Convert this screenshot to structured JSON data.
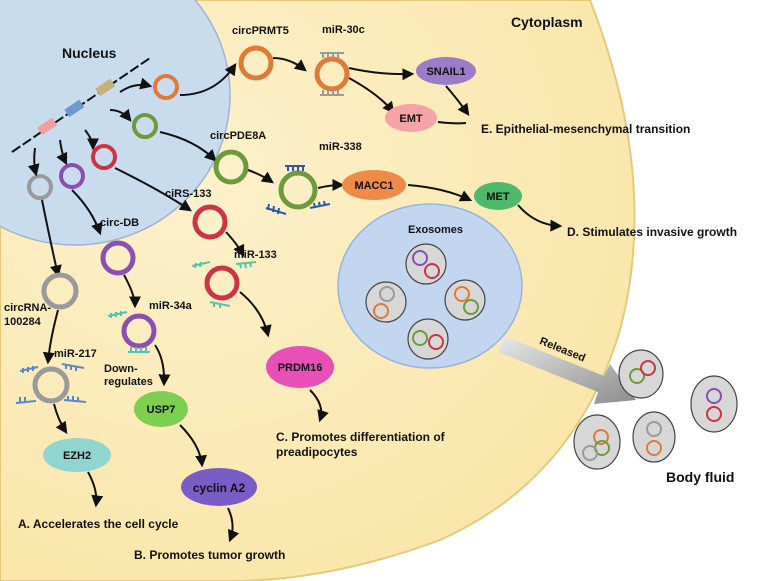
{
  "regions": {
    "nucleus": "Nucleus",
    "cytoplasm": "Cytoplasm",
    "exosomes": "Exosomes",
    "released": "Released",
    "body_fluid": "Body fluid"
  },
  "circrnas": {
    "prmt5": "circPRMT5",
    "pde8a": "circPDE8A",
    "cirs133": "ciRS-133",
    "circdb": "circ-DB",
    "circ100284_a": "circRNA-",
    "circ100284_b": "100284"
  },
  "mirnas": {
    "mir30c": "miR-30c",
    "mir338": "miR-338",
    "mir133": "miR-133",
    "mir34a": "miR-34a",
    "mir217": "miR-217"
  },
  "proteins": {
    "snail1": "SNAIL1",
    "emt": "EMT",
    "macc1": "MACC1",
    "met": "MET",
    "prdm16": "PRDM16",
    "usp7": "USP7",
    "cyclina2": "cyclin A2",
    "ezh2": "EZH2"
  },
  "annotations": {
    "down_a": "Down-",
    "down_b": "regulates"
  },
  "outcomes": {
    "a": "A. Accelerates the cell cycle",
    "b": "B. Promotes tumor growth",
    "c_a": "C. Promotes differentiation of",
    "c_b": "preadipocytes",
    "d": "D. Stimulates invasive growth",
    "e": "E. Epithelial-mesenchymal transition"
  },
  "colors": {
    "cytoplasm": "#fbe8ae",
    "nucleus": "#c9dcee",
    "exosome": "#c2d7ef",
    "orange_ring": "#e07a35",
    "green_ring": "#6d9a3a",
    "red_ring": "#cc3345",
    "purple_ring": "#8a4fb0",
    "gray_ring": "#9a9a9a",
    "snail1": "#9b7cc9",
    "emt": "#f4a3a6",
    "macc1": "#ef8a48",
    "met": "#4fb86a",
    "prdm16": "#e84fb7",
    "usp7": "#7ccf4f",
    "cyclina2": "#7a5cc7",
    "ezh2": "#8ed6cf"
  }
}
